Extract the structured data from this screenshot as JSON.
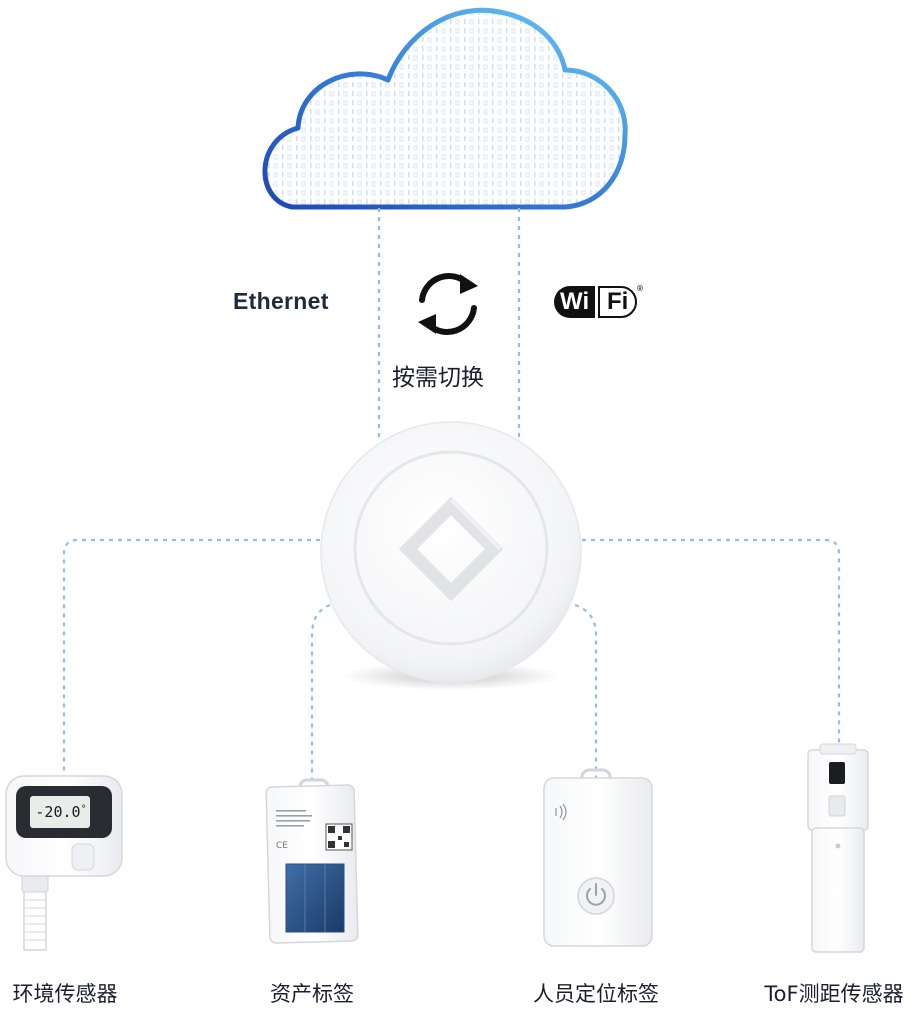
{
  "top": {
    "ethernet_label": "Ethernet",
    "switch_label": "按需切换",
    "wifi_logo": {
      "wi": "Wi",
      "fi": "Fi",
      "registered": "®"
    }
  },
  "devices": [
    {
      "label": "环境传感器",
      "display": "-20.0",
      "display_unit": "°"
    },
    {
      "label": "资产标签"
    },
    {
      "label": "人员定位标签"
    },
    {
      "label": "ToF测距传感器"
    }
  ],
  "colors": {
    "cloud_gradient_start": "#1f46b5",
    "cloud_gradient_end": "#6ed0f5",
    "dashed_line": "#8fbde8",
    "text": "#1a1f2e"
  },
  "icons": [
    "cloud-icon",
    "sync-icon",
    "wifi-logo",
    "gateway-icon",
    "power-icon",
    "qr-code-icon",
    "nfc-icon"
  ]
}
